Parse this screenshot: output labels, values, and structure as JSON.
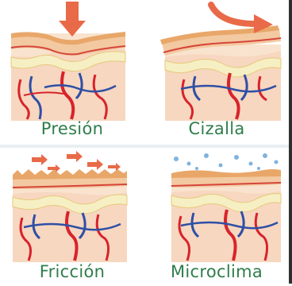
{
  "panels": [
    {
      "key": "presion",
      "label": "Presión"
    },
    {
      "key": "cizalla",
      "label": "Cizalla"
    },
    {
      "key": "friccion",
      "label": "Fricción"
    },
    {
      "key": "microclima",
      "label": "Microclima"
    }
  ],
  "colors": {
    "label_green": "#2f7d4b",
    "arrow": "#e96a48",
    "artery": "#d8232a",
    "vein": "#2f4fa5",
    "fat_layer": "#f6efc4",
    "dermis": "#f8dfc8",
    "droplet": "#6aa6d8"
  }
}
